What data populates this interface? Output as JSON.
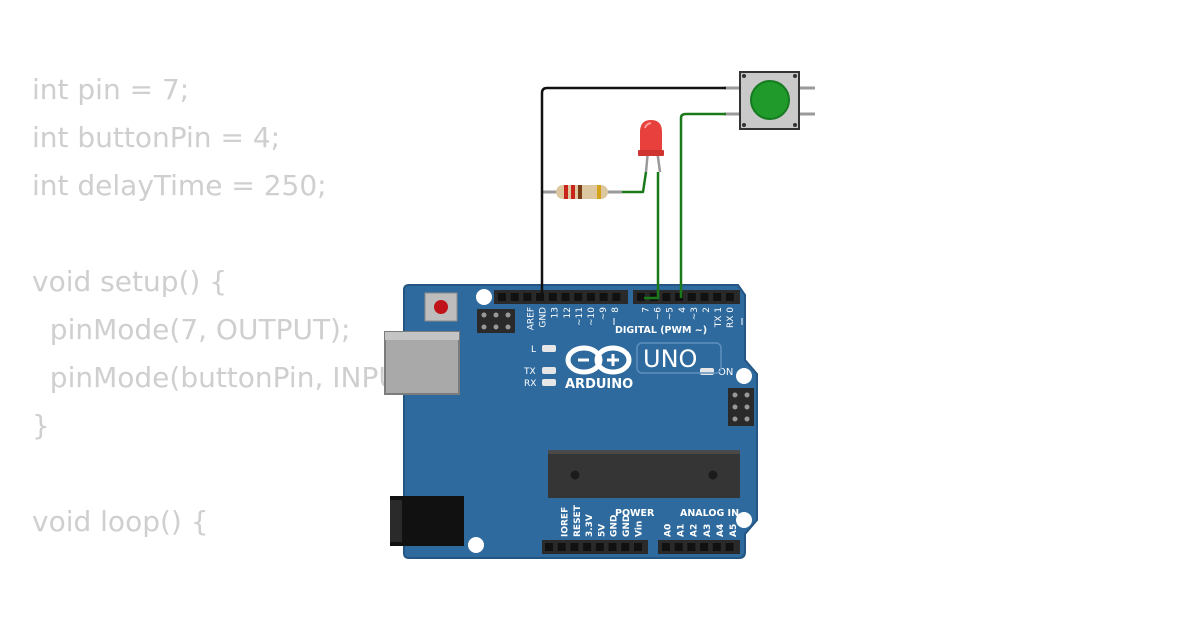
{
  "code": {
    "lines": [
      "int pin = 7;",
      "int buttonPin = 4;",
      "int delayTime = 250;",
      "",
      "void setup() {",
      "  pinMode(7, OUTPUT);",
      "  pinMode(buttonPin, INPUT);",
      "}",
      "",
      "void loop() {"
    ]
  },
  "board": {
    "model_label": "UNO",
    "brand_label": "ARDUINO",
    "digital_header_label": "DIGITAL (PWM ~)",
    "power_label": "POWER",
    "analog_label": "ANALOG IN",
    "led_l": "L",
    "led_tx": "TX",
    "led_rx": "RX",
    "led_on": "ON",
    "digital_pins": [
      "AREF",
      "GND",
      "13",
      "12",
      "~11",
      "~10",
      "~9",
      "8",
      "7",
      "~6",
      "~5",
      "4",
      "~3",
      "2",
      "TX 1",
      "RX 0"
    ],
    "power_pins": [
      "IOREF",
      "RESET",
      "3.3V",
      "5V",
      "GND",
      "GND",
      "Vin"
    ],
    "analog_pins": [
      "A0",
      "A1",
      "A2",
      "A3",
      "A4",
      "A5"
    ]
  },
  "colors": {
    "board": "#2e6a9e",
    "board_edge": "#235683",
    "code_text": "#cfcfcf",
    "wire_black": "#111111",
    "wire_green": "#1a7a1a",
    "led_red": "#e8403c",
    "button_green": "#1f9a2b"
  }
}
